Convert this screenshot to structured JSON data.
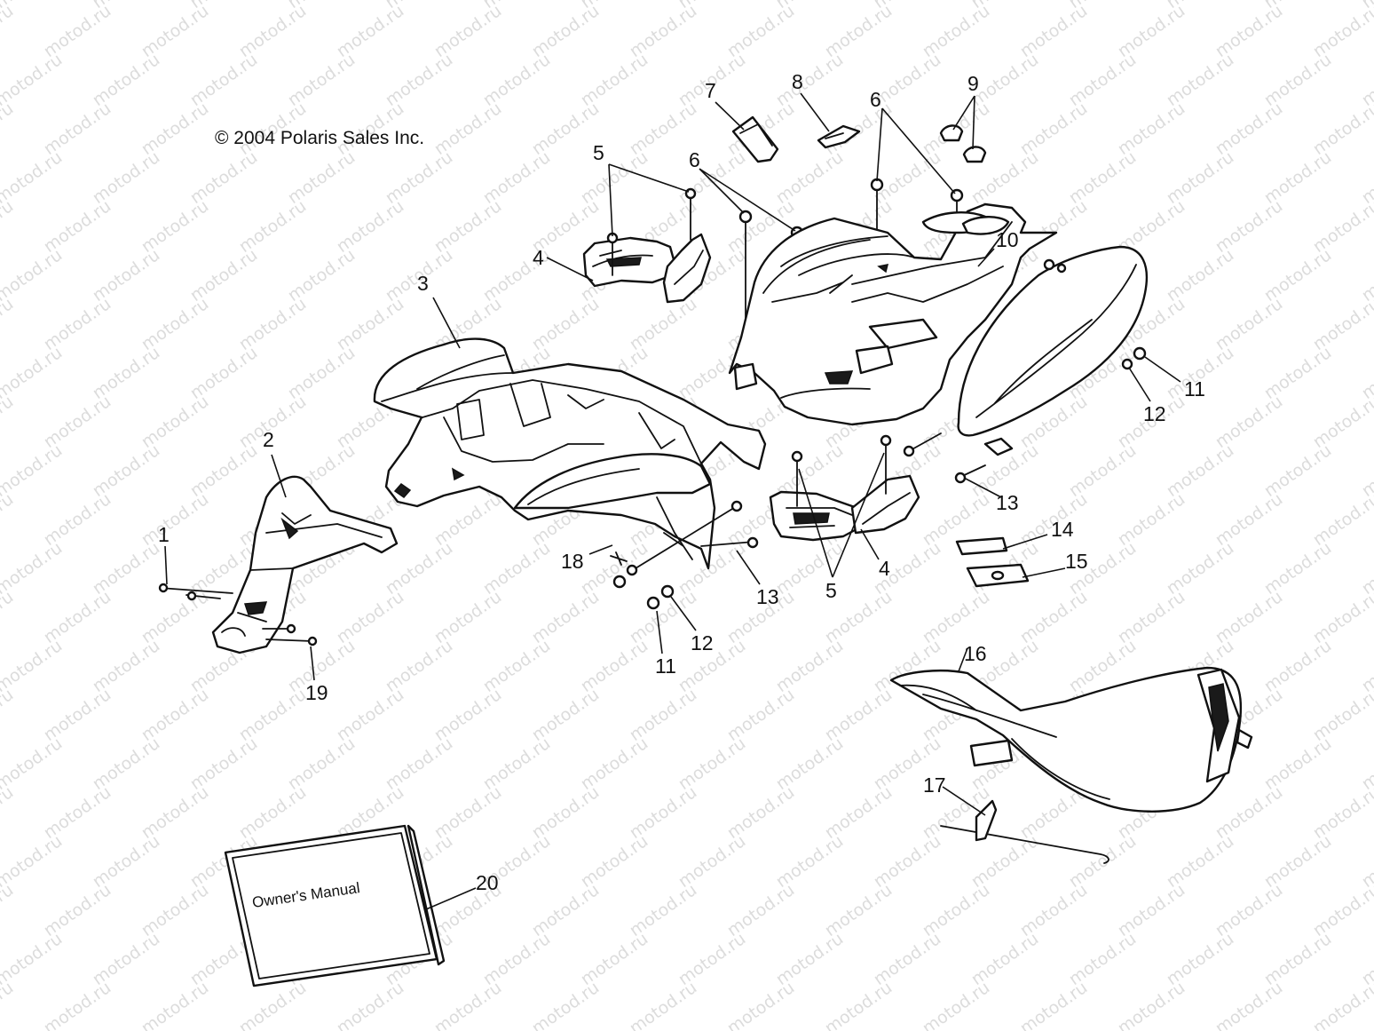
{
  "copyright": "© 2004 Polaris Sales Inc.",
  "watermark": "motod.ru",
  "manual_label": "Owner's Manual",
  "callouts": {
    "c1": "1",
    "c2": "2",
    "c3": "3",
    "c4a": "4",
    "c4b": "4",
    "c5a": "5",
    "c5b": "5",
    "c6a": "6",
    "c6b": "6",
    "c7": "7",
    "c8": "8",
    "c9": "9",
    "c10": "10",
    "c11a": "11",
    "c11b": "11",
    "c12a": "12",
    "c12b": "12",
    "c13a": "13",
    "c13b": "13",
    "c14": "14",
    "c15": "15",
    "c16": "16",
    "c17": "17",
    "c18": "18",
    "c19": "19",
    "c20": "20"
  }
}
